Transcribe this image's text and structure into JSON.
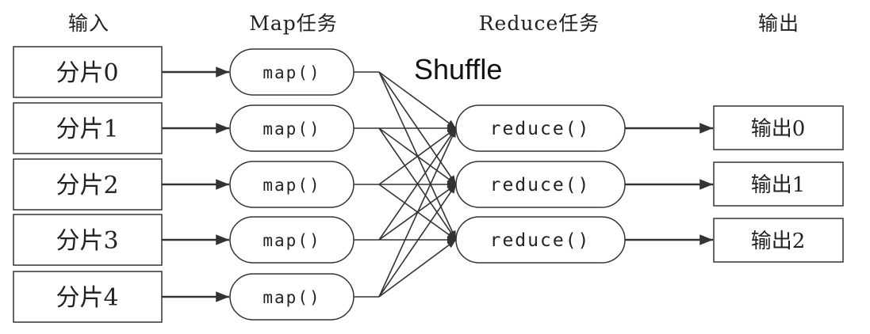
{
  "headers": {
    "input": "输入",
    "map": "Map任务",
    "reduce": "Reduce任务",
    "output": "输出"
  },
  "shuffle_label": "Shuffle",
  "inputs": [
    "分片0",
    "分片1",
    "分片2",
    "分片3",
    "分片4"
  ],
  "map_tasks": [
    "map()",
    "map()",
    "map()",
    "map()",
    "map()"
  ],
  "reduce_tasks": [
    "reduce()",
    "reduce()",
    "reduce()"
  ],
  "outputs": [
    "输出0",
    "输出1",
    "输出2"
  ],
  "shuffle_edges": "each map() connects to every reduce()",
  "colors": {
    "stroke": "#333333",
    "text": "#222222",
    "background": "#ffffff"
  }
}
